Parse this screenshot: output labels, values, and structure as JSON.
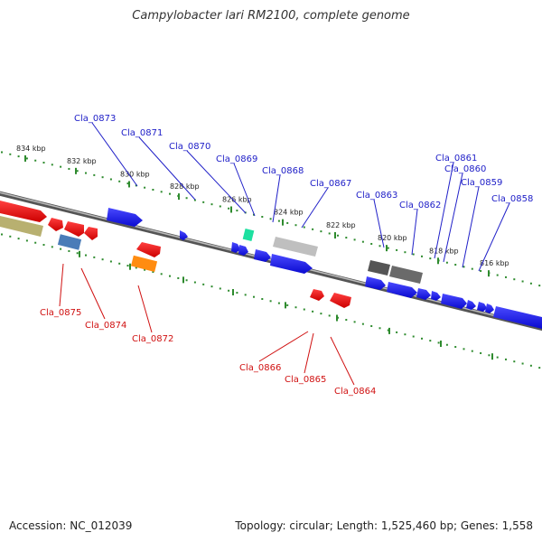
{
  "title": "Campylobacter lari RM2100, complete genome",
  "footer": {
    "accession": "Accession: NC_012039",
    "topology": "Topology: circular; Length: 1,525,460 bp; Genes: 1,558"
  },
  "colors": {
    "backbone": "#8a8a8a",
    "ticks": "#2e8b2e",
    "forward_label": "#2020c8",
    "reverse_label": "#d01010",
    "gene_blue": "#1a1aee",
    "gene_red": "#ee1111"
  },
  "ticks": [
    "834 kbp",
    "832 kbp",
    "830 kbp",
    "828 kbp",
    "826 kbp",
    "824 kbp",
    "822 kbp",
    "820 kbp",
    "818 kbp",
    "816 kbp"
  ],
  "forward_labels": [
    "Cla_0873",
    "Cla_0871",
    "Cla_0870",
    "Cla_0869",
    "Cla_0868",
    "Cla_0867",
    "Cla_0863",
    "Cla_0862",
    "Cla_0861",
    "Cla_0860",
    "Cla_0859",
    "Cla_0858"
  ],
  "reverse_labels": [
    "Cla_0875",
    "Cla_0874",
    "Cla_0872",
    "Cla_0866",
    "Cla_0865",
    "Cla_0864"
  ]
}
